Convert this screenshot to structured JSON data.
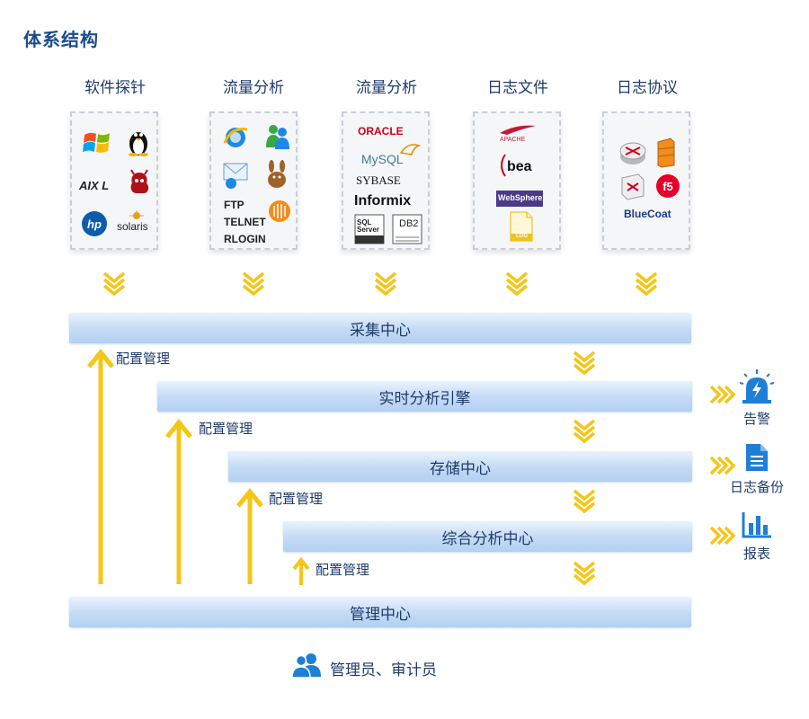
{
  "title": "体系结构",
  "sources": [
    {
      "label": "软件探针"
    },
    {
      "label": "流量分析"
    },
    {
      "label": "流量分析"
    },
    {
      "label": "日志文件"
    },
    {
      "label": "日志协议"
    }
  ],
  "card_texts": {
    "aix": "AIX L",
    "solaris": "solaris",
    "ftp": "FTP",
    "telnet": "TELNET",
    "rlogin": "RLOGIN",
    "oracle": "ORACLE",
    "mysql": "MySQL",
    "sybase": "SYBASE",
    "informix": "Informix",
    "sqlserver": "SQL Server",
    "db2": "DB2",
    "apache": "APACHE",
    "bea": "bea",
    "websphere": "WebSphere.",
    "log": "LOG",
    "bluecoat": "BlueCoat"
  },
  "layers": [
    {
      "label": "采集中心"
    },
    {
      "label": "实时分析引擎"
    },
    {
      "label": "存储中心"
    },
    {
      "label": "综合分析中心"
    },
    {
      "label": "管理中心"
    }
  ],
  "config_label": "配置管理",
  "outputs": [
    {
      "label": "告警",
      "icon": "alarm-icon"
    },
    {
      "label": "日志备份",
      "icon": "document-icon"
    },
    {
      "label": "报表",
      "icon": "bar-chart-icon"
    }
  ],
  "users_label": "管理员、审计员",
  "colors": {
    "title": "#1a4d8f",
    "arrow": "#f5c518",
    "bar_top": "#eaf3fd",
    "bar_bottom": "#b3cff2",
    "icon_blue": "#1e7fd6"
  }
}
